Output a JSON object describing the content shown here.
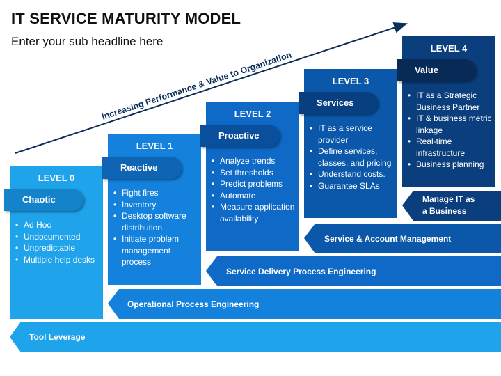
{
  "header": {
    "title": "IT SERVICE MATURITY MODEL",
    "subtitle": "Enter your sub headline here"
  },
  "arrow_label": "Increasing Performance & Value to Organization",
  "levels": [
    {
      "level": "LEVEL 0",
      "stage": "Chaotic",
      "color": "#1fa3ea",
      "tab_color": "#1583c9",
      "bullets": [
        "Ad Hoc",
        "Undocumented",
        "Unpredictable",
        "Multiple help desks"
      ]
    },
    {
      "level": "LEVEL 1",
      "stage": "Reactive",
      "color": "#1481dc",
      "tab_color": "#0f64b4",
      "bullets": [
        "Fight fires",
        "Inventory",
        "Desktop software distribution",
        "Initiate problem management process"
      ]
    },
    {
      "level": "LEVEL 2",
      "stage": "Proactive",
      "color": "#0f69c6",
      "tab_color": "#0a4f9c",
      "bullets": [
        "Analyze trends",
        "Set thresholds",
        "Predict problems",
        "Automate",
        "Measure application availability"
      ]
    },
    {
      "level": "LEVEL 3",
      "stage": "Services",
      "color": "#0b57a9",
      "tab_color": "#083f80",
      "bullets": [
        "IT as a service provider",
        "Define services, classes, and pricing",
        "Understand costs.",
        "Guarantee SLAs"
      ]
    },
    {
      "level": "LEVEL 4",
      "stage": "Value",
      "color": "#0b3e7d",
      "tab_color": "#072a57",
      "bullets": [
        "IT as a Strategic Business Partner",
        "IT & business metric linkage",
        "Real-time infrastructure",
        "Business planning"
      ]
    }
  ],
  "bands": [
    {
      "label": "Tool Leverage",
      "color": "#1fa3ea"
    },
    {
      "label": "Operational Process Engineering",
      "color": "#1481dc"
    },
    {
      "label": "Service Delivery Process Engineering",
      "color": "#0f69c6"
    },
    {
      "label": "Service & Account Management",
      "color": "#0b57a9"
    },
    {
      "label_line1": "Manage IT as",
      "label_line2": "a Business",
      "color": "#0b3e7d"
    }
  ]
}
